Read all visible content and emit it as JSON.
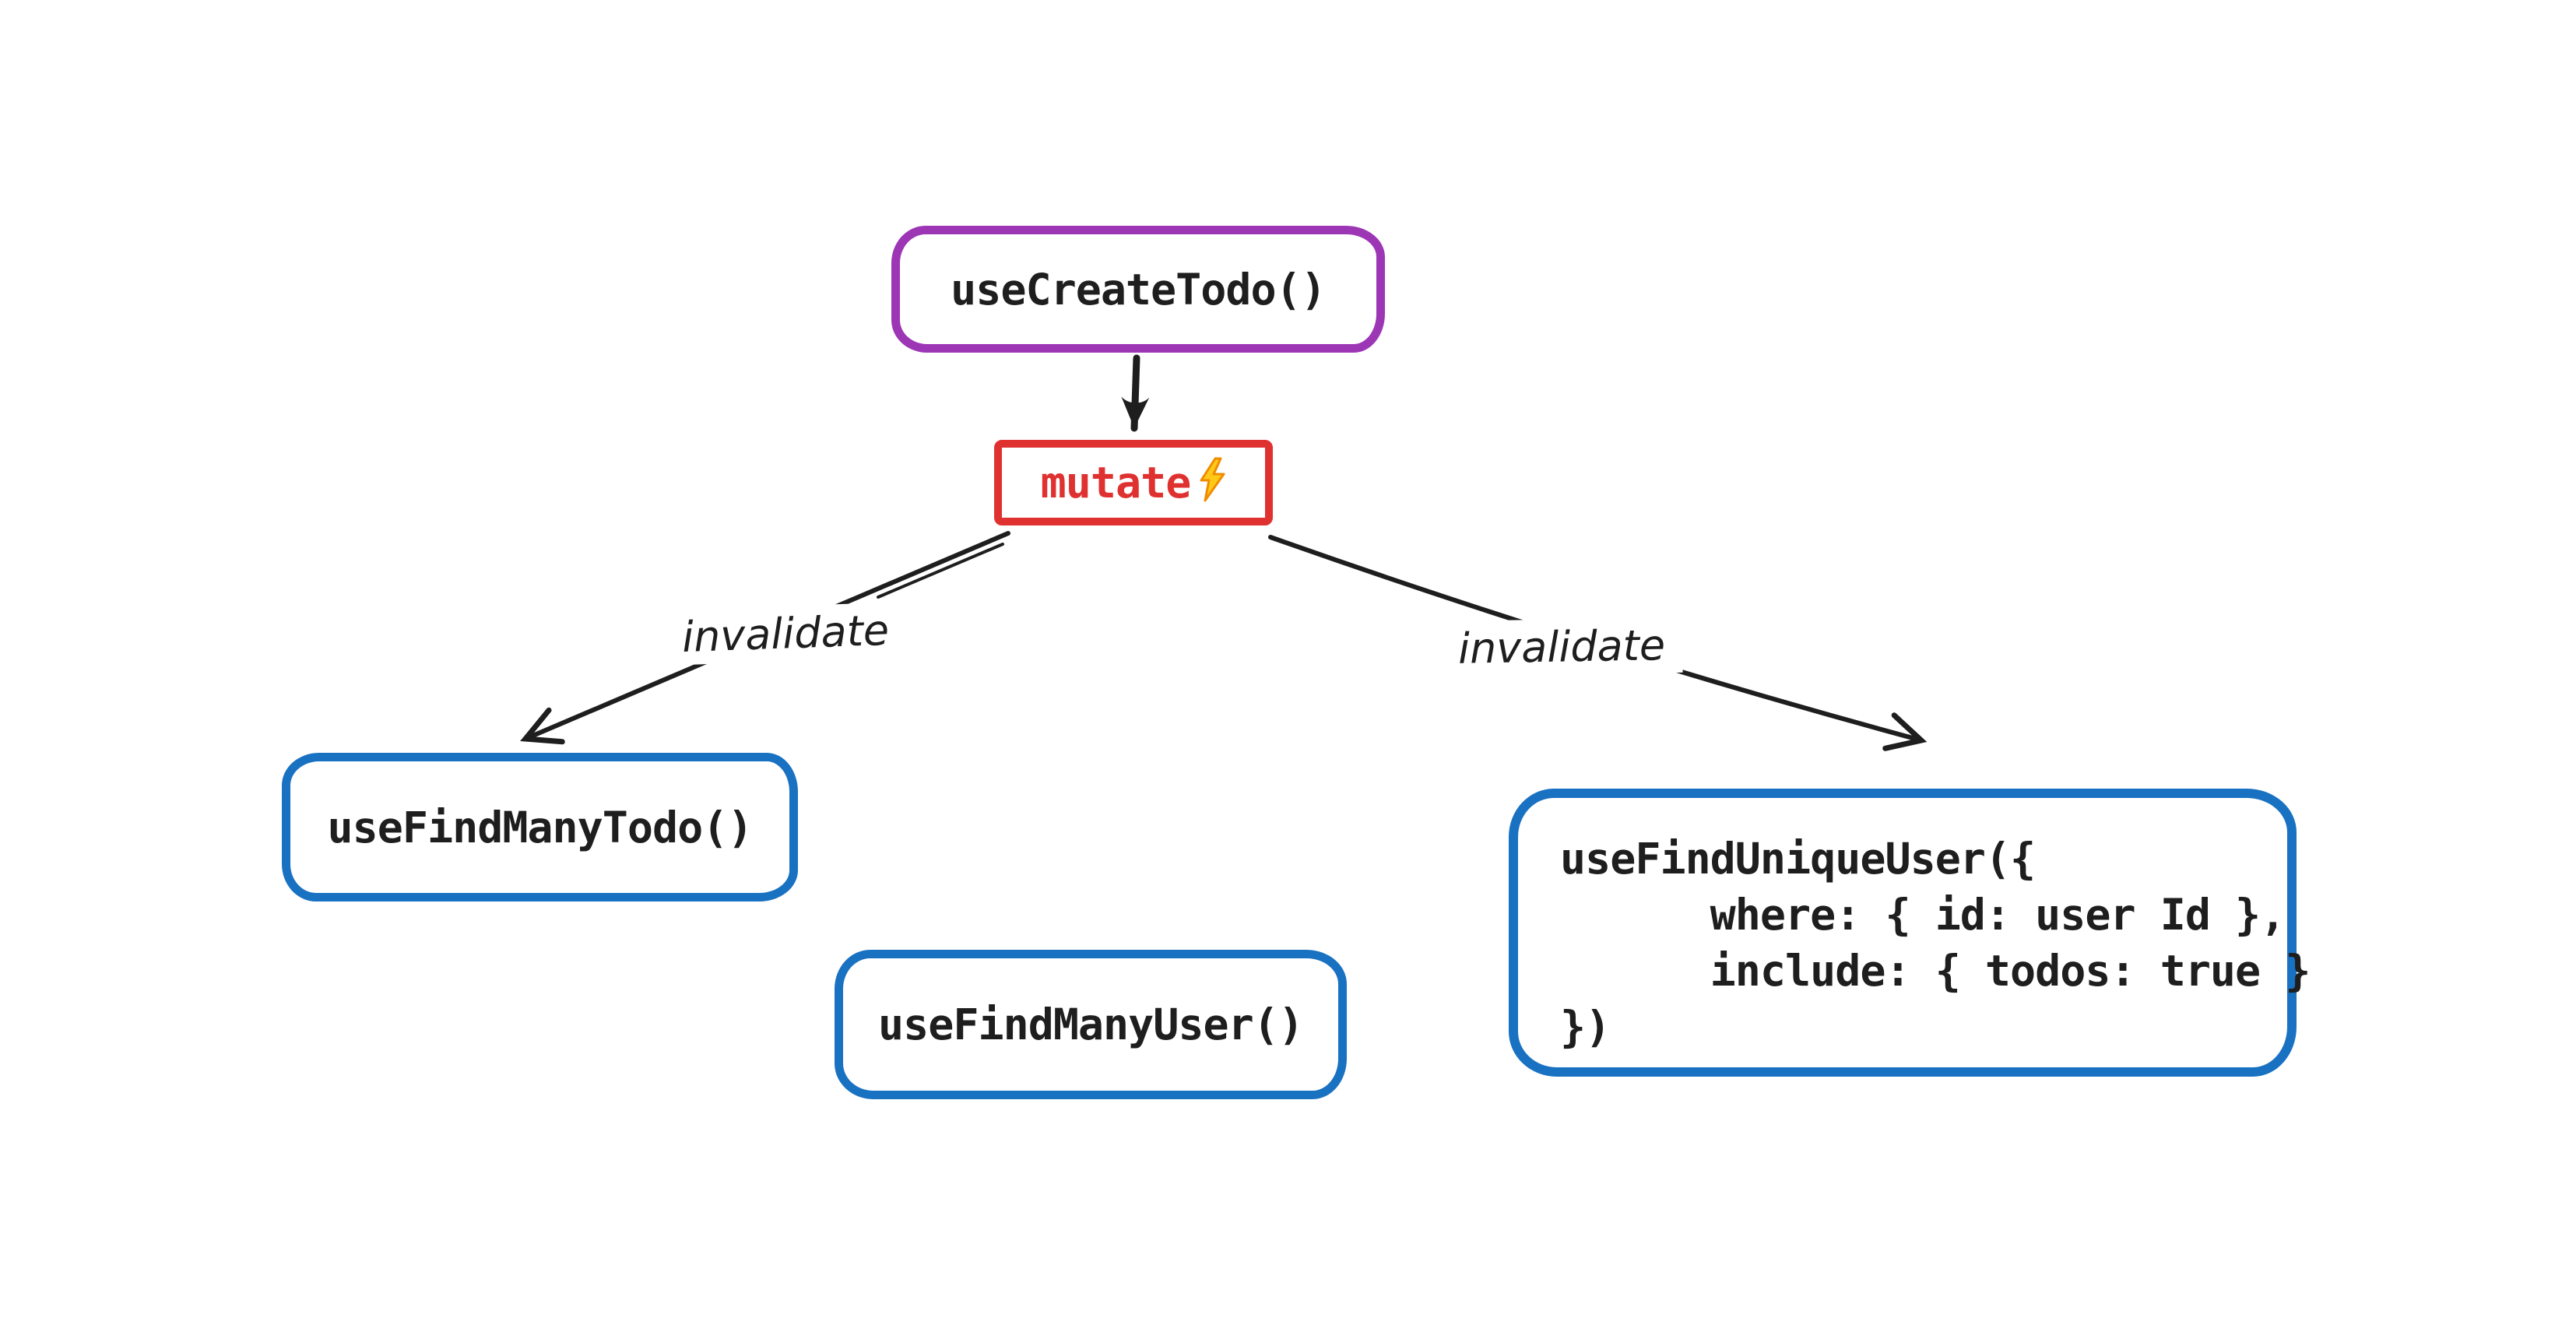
{
  "diagram": {
    "background_color": "#ffffff",
    "stroke_color": "#1e1e1e",
    "accent_colors": {
      "purple": "#9c36b5",
      "red": "#e03131",
      "blue": "#1971c2",
      "bolt_fill": "#ffc918",
      "bolt_stroke": "#f08c00"
    },
    "nodes": [
      {
        "id": "useCreateTodo",
        "label": "useCreateTodo()",
        "border_color": "#9c36b5",
        "text_color": "#1e1e1e"
      },
      {
        "id": "mutate",
        "label": "mutate",
        "icon": "lightning-bolt",
        "border_color": "#e03131",
        "text_color": "#e03131"
      },
      {
        "id": "useFindManyTodo",
        "label": "useFindManyTodo()",
        "border_color": "#1971c2",
        "text_color": "#1e1e1e"
      },
      {
        "id": "useFindManyUser",
        "label": "useFindManyUser()",
        "border_color": "#1971c2",
        "text_color": "#1e1e1e"
      },
      {
        "id": "useFindUniqueUser",
        "border_color": "#1971c2",
        "text_color": "#1e1e1e",
        "code_lines": [
          "useFindUniqueUser({",
          "      where: { id: user Id },",
          "      include: { todos: true }",
          "})"
        ]
      }
    ],
    "edges": [
      {
        "from": "useCreateTodo",
        "to": "mutate",
        "label": ""
      },
      {
        "from": "mutate",
        "to": "useFindManyTodo",
        "label": "invalidate"
      },
      {
        "from": "mutate",
        "to": "useFindUniqueUser",
        "label": "invalidate"
      }
    ]
  }
}
